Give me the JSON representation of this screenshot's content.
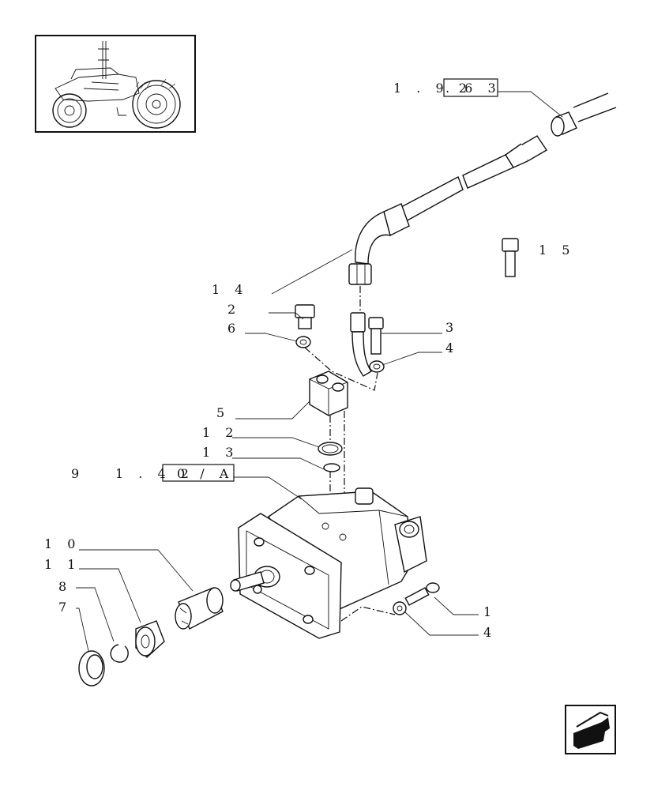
{
  "callouts": {
    "ref_top_a": "1 . 9 2",
    "ref_top_b": ". 6 3",
    "ref_mid_num": "9",
    "ref_mid_a": "1 . 4 2",
    "ref_mid_b": "0 / A",
    "c1": "1",
    "c2": "2",
    "c3": "3",
    "c4a": "4",
    "c4b": "4",
    "c5": "5",
    "c6": "6",
    "c7": "7",
    "c8": "8",
    "c10": "1 0",
    "c11": "1 1",
    "c12": "1 2",
    "c13": "1 3",
    "c14": "1 4",
    "c15": "1 5"
  },
  "icons": {
    "thumbnail": "tractor-thumbnail-icon",
    "nav": "back-arrow-icon"
  }
}
